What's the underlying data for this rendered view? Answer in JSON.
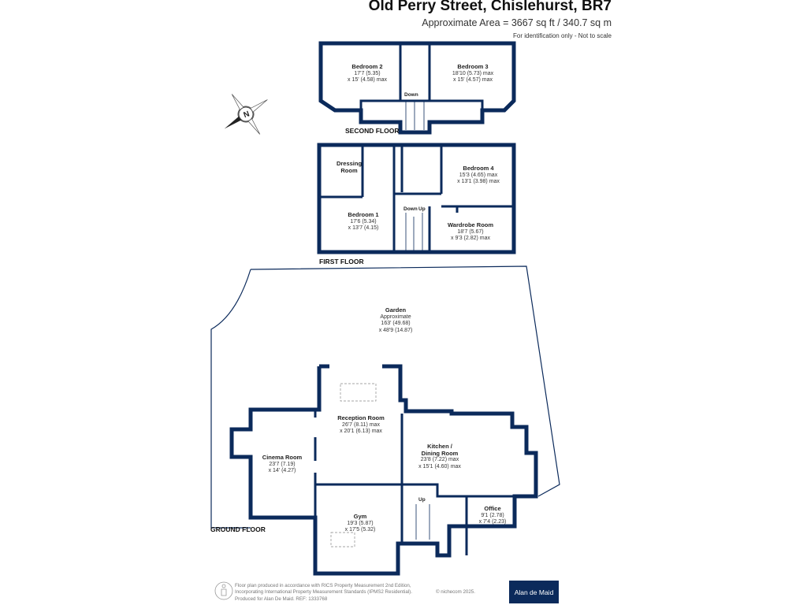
{
  "header": {
    "title": "Old Perry Street, Chislehurst, BR7",
    "area": "Approximate Area = 3667 sq ft / 340.7 sq m",
    "disclaimer": "For identification only - Not to scale"
  },
  "colors": {
    "wall": "#0b2a5b",
    "text": "#222222"
  },
  "compass": {
    "icon": "compass-icon",
    "letter": "N"
  },
  "floors": {
    "second": {
      "label": "SECOND FLOOR",
      "stairs": "Down",
      "rooms": [
        {
          "name": "Bedroom 2",
          "dim1": "17'7 (5.35)",
          "dim2": "x 15' (4.58) max"
        },
        {
          "name": "Bedroom 3",
          "dim1": "18'10 (5.73) max",
          "dim2": "x 15' (4.57) max"
        }
      ]
    },
    "first": {
      "label": "FIRST FLOOR",
      "stairs_down": "Down",
      "stairs_up": "Up",
      "rooms": [
        {
          "name": "Dressing",
          "name2": "Room"
        },
        {
          "name": "Bedroom 4",
          "dim1": "15'3 (4.65) max",
          "dim2": "x 13'1 (3.98) max"
        },
        {
          "name": "Bedroom 1",
          "dim1": "17'6 (5.34)",
          "dim2": "x 13'7 (4.15)"
        },
        {
          "name": "Wardrobe Room",
          "dim1": "18'7 (5.67)",
          "dim2": "x 9'3 (2.82) max"
        }
      ]
    },
    "ground": {
      "label": "GROUND FLOOR",
      "stairs": "Up",
      "garden": {
        "name": "Garden",
        "line1": "Approximate",
        "dim1": "163' (49.68)",
        "dim2": "x 48'9 (14.87)"
      },
      "rooms": [
        {
          "name": "Reception Room",
          "dim1": "26'7 (8.11) max",
          "dim2": "x 20'1 (6.13) max"
        },
        {
          "name": "Cinema Room",
          "dim1": "23'7 (7.19)",
          "dim2": "x 14' (4.27)"
        },
        {
          "name": "Kitchen /",
          "name2": "Dining Room",
          "dim1": "23'8 (7.22) max",
          "dim2": "x 15'1 (4.60) max"
        },
        {
          "name": "Office",
          "dim1": "9'1 (2.78)",
          "dim2": "x 7'4 (2.23)"
        },
        {
          "name": "Gym",
          "dim1": "19'3 (5.87)",
          "dim2": "x 17'5 (5.32)"
        }
      ]
    }
  },
  "footer": {
    "line1": "Floor plan produced in accordance with RICS Property Measurement 2nd Edition,",
    "line2": "Incorporating International Property Measurement Standards (IPMS2 Residential).",
    "line3": "Produced for Alan De Maid.   REF: 1333768",
    "copyright": "© nichecom 2025.",
    "logo": "Alan de Maid"
  }
}
